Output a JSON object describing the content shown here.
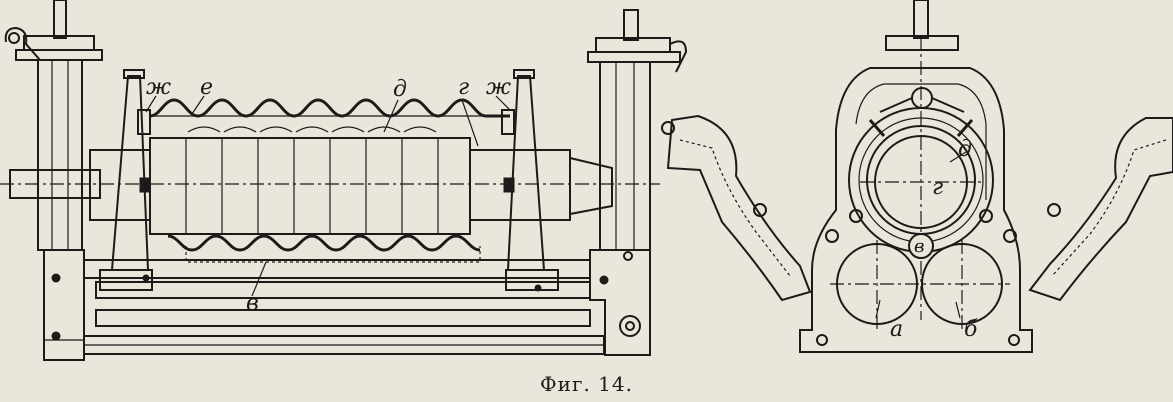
{
  "caption": "Фиг. 14.",
  "labels": {
    "zh_left": "ж",
    "e": "е",
    "d_left": "д",
    "g_left": "г",
    "zh_right": "ж",
    "v_left": "в",
    "d_right": "д",
    "g_right": "г",
    "v_right": "в",
    "a": "а",
    "b": "б"
  }
}
